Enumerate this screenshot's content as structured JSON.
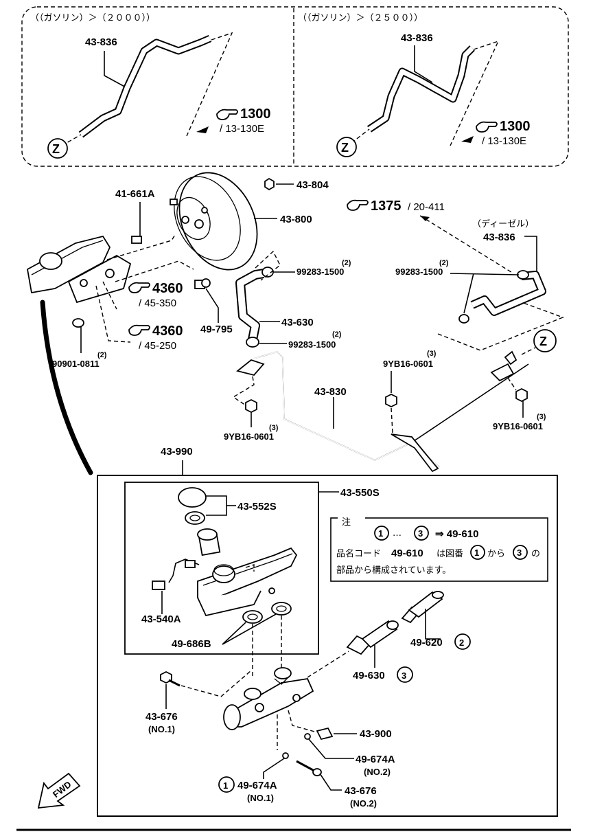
{
  "inset_left": {
    "title": "（（ガソリン）＞（２０００））",
    "part": "43-836",
    "ref_num": "1300",
    "ref_page": "/ 13-130E",
    "connector": "Z"
  },
  "inset_right": {
    "title": "（（ガソリン）＞（２５００））",
    "part": "43-836",
    "ref_num": "1300",
    "ref_page": "/ 13-130E",
    "connector": "Z"
  },
  "labels": {
    "p41661A": "41-661A",
    "p43804": "43-804",
    "p43800": "43-800",
    "ref1375_num": "1375",
    "ref1375_page": "/ 20-411",
    "diesel": "（ディーゼル）",
    "p43836": "43-836",
    "qty2a": "(2)",
    "p992831500a": "99283-1500",
    "qty2b": "(2)",
    "p992831500b": "99283-1500",
    "ref4360a_num": "4360",
    "ref4360a_page": "/ 45-350",
    "ref4360b_num": "4360",
    "ref4360b_page": "/ 45-250",
    "p49795": "49-795",
    "p43630": "43-630",
    "qty2c": "(2)",
    "p992831500c": "99283-1500",
    "qty2d": "(2)",
    "p909010811": "90901-0811",
    "qty3a": "(3)",
    "p9YB160601a": "9YB16-0601",
    "p43830": "43-830",
    "qty3b": "(3)",
    "p9YB160601b": "9YB16-0601",
    "qty3c": "(3)",
    "p9YB160601c": "9YB16-0601",
    "connector_z": "Z",
    "p43990": "43-990",
    "p43550S": "43-550S",
    "p43552S": "43-552S",
    "p43540A": "43-540A",
    "p49686B": "49-686B",
    "p49620": "49-620",
    "p49620_circ": "2",
    "p49630": "49-630",
    "p49630_circ": "3",
    "p43676a": "43-676",
    "no1a": "(NO.1)",
    "p43900": "43-900",
    "p49674Aa": "49-674A",
    "no2a": "(NO.2)",
    "p49674Ab_circ": "1",
    "p49674Ab": "49-674A",
    "no1b": "(NO.1)",
    "p43676b": "43-676",
    "no2b": "(NO.2)",
    "fwd": "FWD"
  },
  "note": {
    "title": "注",
    "circ_a": "1",
    "dots": "…",
    "circ_b": "3",
    "arrow_part": "⇒ 49-610",
    "line2_a": "品名コード",
    "line2_b": "49-610",
    "line2_c": "は図番",
    "line2_circ1": "1",
    "line2_d": "から",
    "line2_circ2": "3",
    "line2_e": "の",
    "line3": "部品から構成されています。"
  }
}
